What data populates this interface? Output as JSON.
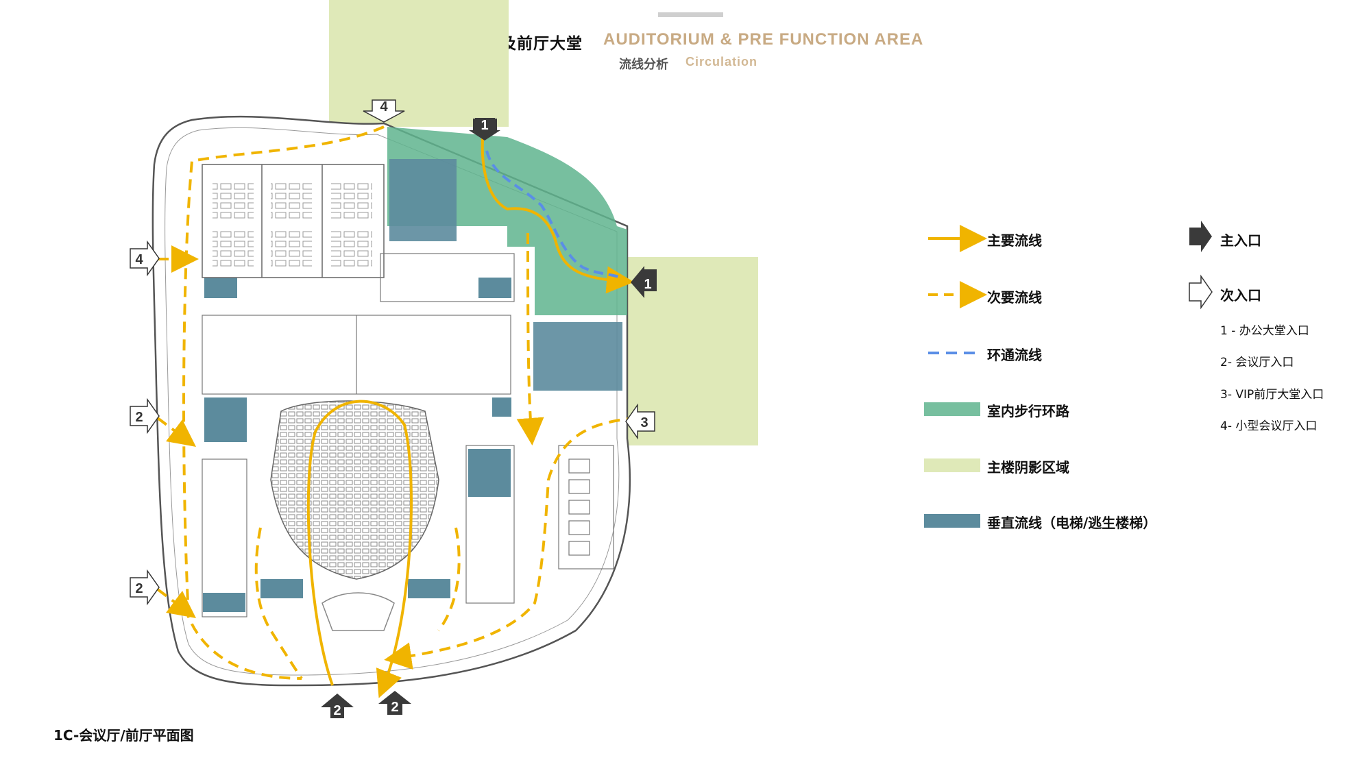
{
  "header": {
    "title_cn": "会议厅及前厅大堂",
    "title_en": "AUDITORIUM & PRE FUNCTION AREA",
    "subtitle_cn": "流线分析",
    "subtitle_en": "Circulation"
  },
  "plan": {
    "caption": "1C-会议厅/前厅平面图",
    "entrances": [
      {
        "number": "1",
        "type": "main"
      },
      {
        "number": "1",
        "type": "main"
      },
      {
        "number": "2",
        "type": "main"
      },
      {
        "number": "2",
        "type": "main"
      },
      {
        "number": "2",
        "type": "secondary"
      },
      {
        "number": "2",
        "type": "secondary"
      },
      {
        "number": "3",
        "type": "secondary"
      },
      {
        "number": "4",
        "type": "secondary"
      },
      {
        "number": "4",
        "type": "secondary"
      }
    ]
  },
  "legend": {
    "primary_flow": "主要流线",
    "secondary_flow": "次要流线",
    "loop_flow": "环通流线",
    "indoor_walkway": "室内步行环路",
    "shadow_area": "主楼阴影区域",
    "vertical_flow": "垂直流线（电梯/逃生楼梯）",
    "main_entrance": "主入口",
    "secondary_entrance": "次入口",
    "entrance_list": [
      "1 - 办公大堂入口",
      "2- 会议厅入口",
      "3- VIP前厅大堂入口",
      "4- 小型会议厅入口"
    ]
  },
  "colors": {
    "primary_flow": "#f0b400",
    "loop_flow": "#5a8ee6",
    "indoor_walkway": "#5fb48e",
    "shadow_area": "#dfe9b8",
    "vertical_flow": "#5c8b9d",
    "title_accent": "#c8aa83",
    "entrance_dark": "#3a3a3a"
  }
}
